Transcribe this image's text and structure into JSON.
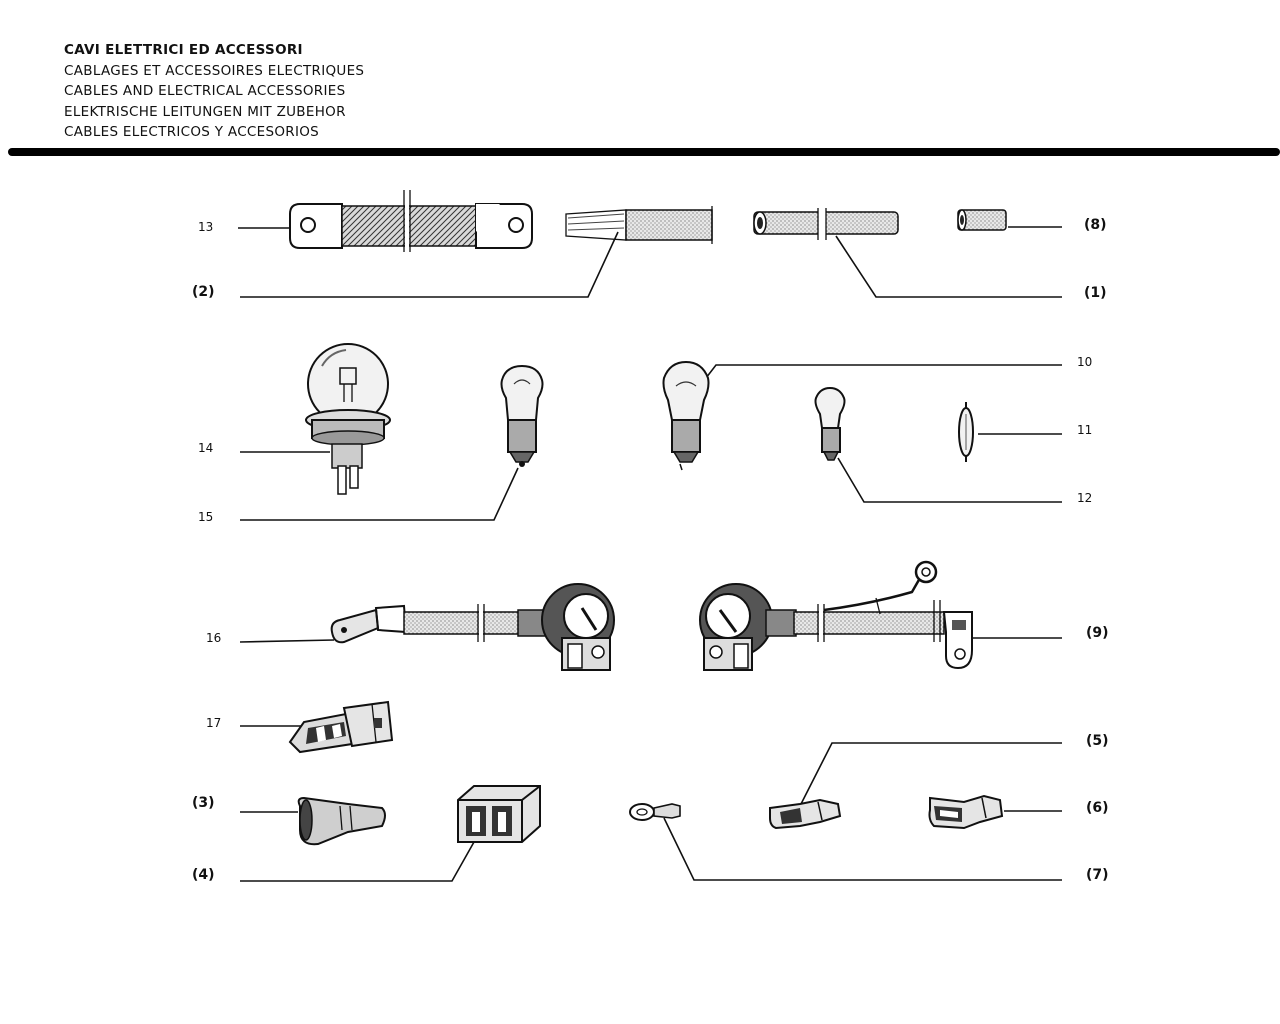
{
  "header": {
    "titles": [
      "CAVI ELETTRICI ED ACCESSORI",
      "CABLAGES ET ACCESSOIRES ELECTRIQUES",
      "CABLES AND ELECTRICAL ACCESSORIES",
      "ELEKTRISCHE LEITUNGEN MIT ZUBEHOR",
      "CABLES ELECTRICOS Y ACCESORIOS"
    ]
  },
  "callouts": {
    "c13": "13",
    "c2": "(2)",
    "c8": "(8)",
    "c1": "(1)",
    "c10": "10",
    "c14": "14",
    "c11": "11",
    "c15": "15",
    "c12": "12",
    "c16": "16",
    "c9": "(9)",
    "c17": "17",
    "c5": "(5)",
    "c3": "(3)",
    "c6": "(6)",
    "c4": "(4)",
    "c7": "(7)"
  },
  "colors": {
    "ink": "#111111",
    "background": "#ffffff"
  }
}
